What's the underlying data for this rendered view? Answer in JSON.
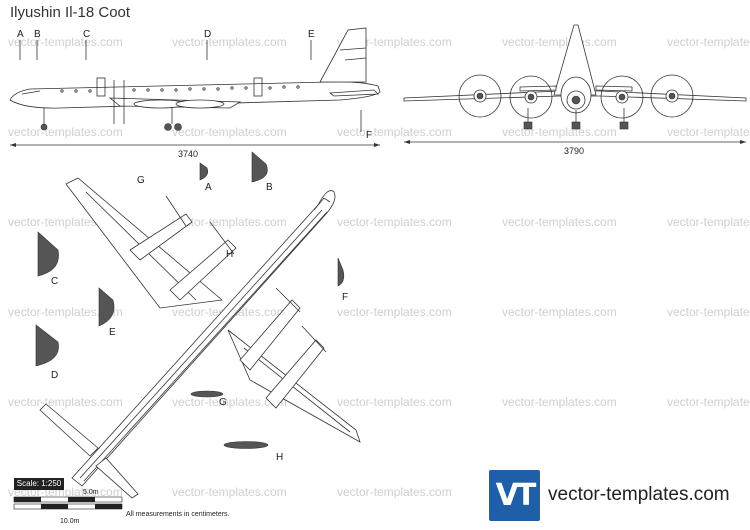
{
  "title": "Ilyushin Il-18 Coot",
  "watermark": "vector-templates.com",
  "dimensions": {
    "length": "3740",
    "span": "3790"
  },
  "section_labels": [
    "A",
    "B",
    "C",
    "D",
    "E",
    "F",
    "G",
    "H"
  ],
  "scale": {
    "label": "Scale: 1:250",
    "short_unit": "5.0m",
    "long_unit": "10.0m",
    "note": "All measurements in centimeters."
  },
  "brand": {
    "logo_text": "VT",
    "site": "vector-templates.com"
  }
}
